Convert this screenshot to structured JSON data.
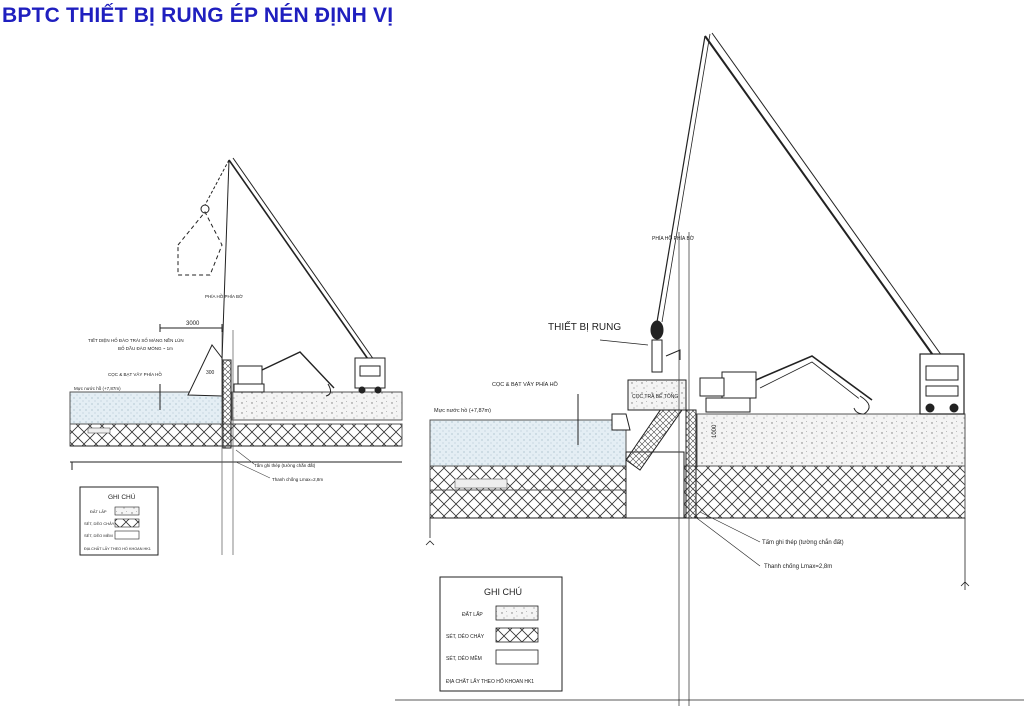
{
  "page": {
    "title": "BPTC THIẾT BỊ RUNG ÉP NÉN ĐỊNH VỊ"
  },
  "left": {
    "dim": "3000",
    "note_excavation": "TIẾT DIỆN HỐ ĐÀO TRÁI SỐ MÁNG NỀN LÚN",
    "note_excavation2": "BỐ DẦU ĐÀO MÓNG ~ 1m",
    "pile_label": "CỌC & BẠT VÂY PHÍA HỒ",
    "side_label": "PHÍA HỒ  PHÍA BỜ",
    "water_level": "Mực nước hồ (+7,87m)",
    "sheet_pile": "Tấm ghi thép (tường chắn đất)",
    "strut": "Thanh chống Lmax=2,8m",
    "small_dim": "300",
    "legend": {
      "title": "GHI CHÚ",
      "items": [
        "ĐẤT LẤP",
        "SÉT, DẺO CHẢY",
        "SÉT, DẺO MỀM"
      ],
      "footer": "ĐỊA CHẤT LẤY THEO HỐ KHOAN HK1"
    }
  },
  "right": {
    "device": "THIẾT BỊ RUNG",
    "pile_label": "CỌC & BẠT VÂY PHÍA HỒ",
    "side_label": "PHÍA HỒ   PHÍA BỜ",
    "pile_text": "CỌC TRẢ BÊ TÔNG",
    "water_level": "Mực nước hồ (+7,87m)",
    "elev": "1000",
    "sheet_pile": "Tấm ghi thép (tường chắn đất)",
    "strut": "Thanh chống Lmax=2,8m",
    "legend": {
      "title": "GHI CHÚ",
      "items": [
        "ĐẤT LẤP",
        "SÉT, DẺO CHẢY",
        "SÉT, DẺO MỀM"
      ],
      "footer": "ĐỊA CHẤT LẤY THEO HỐ KHOAN HK1"
    }
  },
  "colors": {
    "title": "#1f1fbf",
    "water": "#d8e7f0",
    "line": "#222222"
  }
}
